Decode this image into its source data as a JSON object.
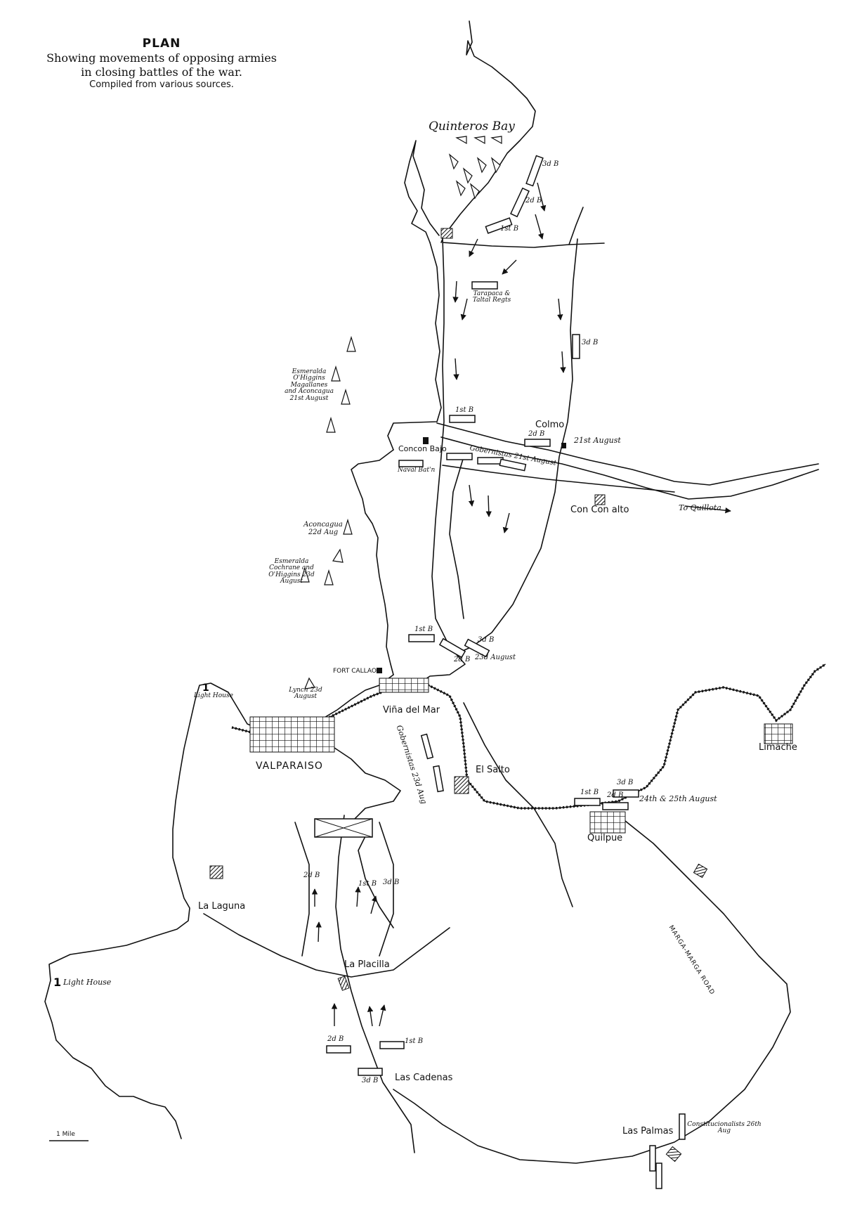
{
  "title": {
    "heading": "PLAN",
    "line1": "Showing movements of opposing armies",
    "line2": "in closing battles of the war.",
    "line3": "Compiled from various sources."
  },
  "places": {
    "quinteros_bay": "Quinteros Bay",
    "colmo": "Colmo",
    "concon_bajo": "Concon Bajo",
    "concon_alto": "Con Con alto",
    "to_quillota": "To Quillota",
    "fort_callao": "FORT CALLAO",
    "light_house_north": "Light House",
    "vina_del_mar": "Viña del Mar",
    "valparaiso": "VALPARAISO",
    "el_salto": "El Salto",
    "limache": "Limache",
    "quilpue": "Quilpue",
    "la_laguna": "La Laguna",
    "light_house_south": "Light House",
    "la_placilla": "La Placilla",
    "las_cadenas": "Las Cadenas",
    "las_palmas": "Las Palmas",
    "marga_marga_road": "MARGA-MARGA ROAD"
  },
  "units": {
    "b3_north": "3d B",
    "b2_north": "2d B",
    "b1_north": "1st B",
    "tarapaca": "Tarapaca & Taltal Regts",
    "b3_east": "3d B",
    "b1_concon": "1st B",
    "b2_colmo": "2d B",
    "aug21_colmo": "21st August",
    "gobernistas_concon": "Gobernistas 21st August",
    "naval_bat": "Naval Bat'n",
    "b1_south": "1st B",
    "b3_south": "3d B",
    "b2_south": "2d B",
    "aug23": "23d August",
    "gobernistas_vina": "Gobernistas 23d Aug",
    "b1_quilpue": "1st B",
    "b2_quilpue": "2d B",
    "b3_quilpue": "3d B",
    "aug24_25": "24th & 25th August",
    "b2_placilla_n": "2d B",
    "b1_placilla_n": "1st B",
    "b3_placilla_n": "3d B",
    "b2_cadenas": "2d B",
    "b1_cadenas": "1st B",
    "b3_cadenas": "3d B",
    "constitucionalists": "Constitucionalists 26th Aug"
  },
  "ships": {
    "fleet_21": "Esmeralda O'Higgins Magallanes and Aconcagua 21st August",
    "aconcagua_22": "Aconcagua 22d Aug",
    "fleet_23": "Esmeralda Cochrane and O'Higgins 23d August",
    "lynch_23": "Lynch 23d August"
  },
  "scale": {
    "label": "1 Mile"
  },
  "colors": {
    "ink": "#111111",
    "paper": "#ffffff"
  }
}
